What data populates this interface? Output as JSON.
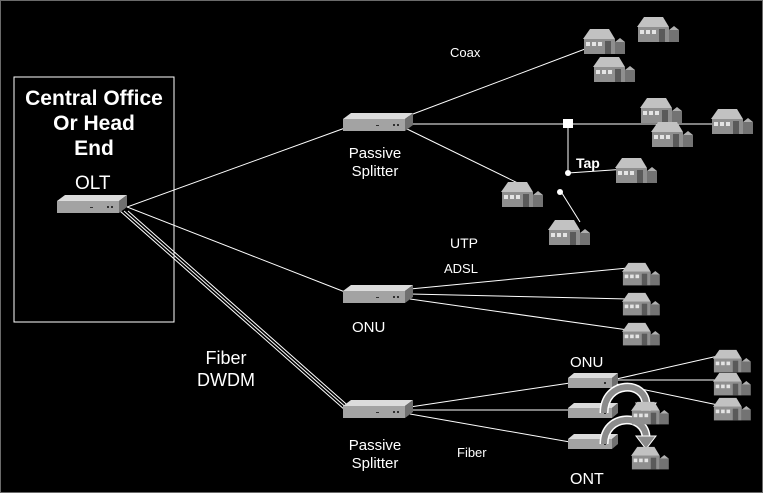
{
  "central_office": {
    "line1": "Central Office",
    "line2": "Or Head",
    "line3": "End"
  },
  "olt_label": "OLT",
  "coax_label": "Coax",
  "tap_label": "Tap",
  "passive_splitter_top": {
    "line1": "Passive",
    "line2": "Splitter"
  },
  "utp_label": "UTP",
  "adsl_label": "ADSL",
  "onu_label_middle": "ONU",
  "fiber_dwdm": {
    "line1": "Fiber",
    "line2": "DWDM"
  },
  "onu_label_bottom": "ONU",
  "passive_splitter_bottom": {
    "line1": "Passive",
    "line2": "Splitter"
  },
  "fiber_label": "Fiber",
  "ont_label": "ONT",
  "colors": {
    "background": "#000000",
    "lines": "#ffffff",
    "device": "#9c9c9c",
    "house": "#a9a9a9"
  }
}
